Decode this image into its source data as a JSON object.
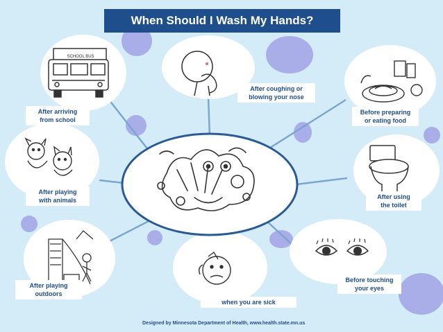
{
  "title": "When Should I Wash My Hands?",
  "labels": {
    "arriving": "After arriving\nfrom school",
    "coughing": "After coughing or\nblowing your nose",
    "preparing": "Before preparing\nor eating food",
    "animals": "After playing\nwith animals",
    "toilet": "After using\nthe toilet",
    "outdoors": "After playing\noutdoors",
    "sick": "when you are sick",
    "eyes": "Before touching\nyour eyes"
  },
  "bus_sign": "SCHOOL BUS",
  "footer": "Designed  by Minnesota Department of Health, www.health.state.mn.us",
  "colors": {
    "background": "#d4ebf8",
    "title_bar": "#1f4e8c",
    "spoke": "#7aa6cf",
    "dot": "#a9aee8",
    "hub_border": "#2a5a94"
  },
  "icons": [
    "school-bus-icon",
    "coughing-person-icon",
    "meal-icon",
    "pets-icon",
    "toilet-icon",
    "playground-icon",
    "sick-face-icon",
    "eyes-icon",
    "washing-hands-icon"
  ]
}
